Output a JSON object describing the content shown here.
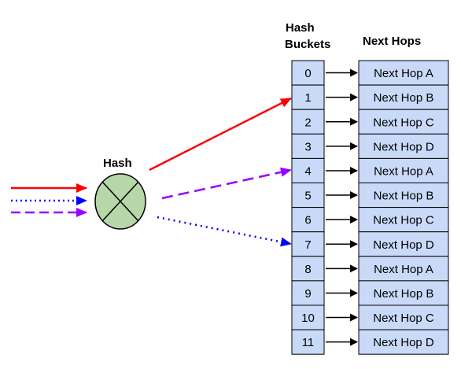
{
  "headers": {
    "hash_label": "Hash",
    "buckets_line1": "Hash",
    "buckets_line2": "Buckets",
    "next_hops": "Next Hops"
  },
  "buckets": [
    "0",
    "1",
    "2",
    "3",
    "4",
    "5",
    "6",
    "7",
    "8",
    "9",
    "10",
    "11"
  ],
  "next_hops": [
    "Next Hop A",
    "Next Hop B",
    "Next Hop C",
    "Next Hop D",
    "Next Hop A",
    "Next Hop B",
    "Next Hop C",
    "Next Hop D",
    "Next Hop A",
    "Next Hop B",
    "Next Hop C",
    "Next Hop D"
  ],
  "flows": [
    {
      "style": "solid",
      "color": "#ff0000",
      "target_bucket": "1"
    },
    {
      "style": "dashed",
      "color": "#9900ff",
      "target_bucket": "4"
    },
    {
      "style": "dotted",
      "color": "#0000ff",
      "target_bucket": "7"
    }
  ],
  "colors": {
    "hash_fill": "#b6d7a8",
    "cell_fill": "#c9daf8",
    "stroke": "#000000"
  }
}
